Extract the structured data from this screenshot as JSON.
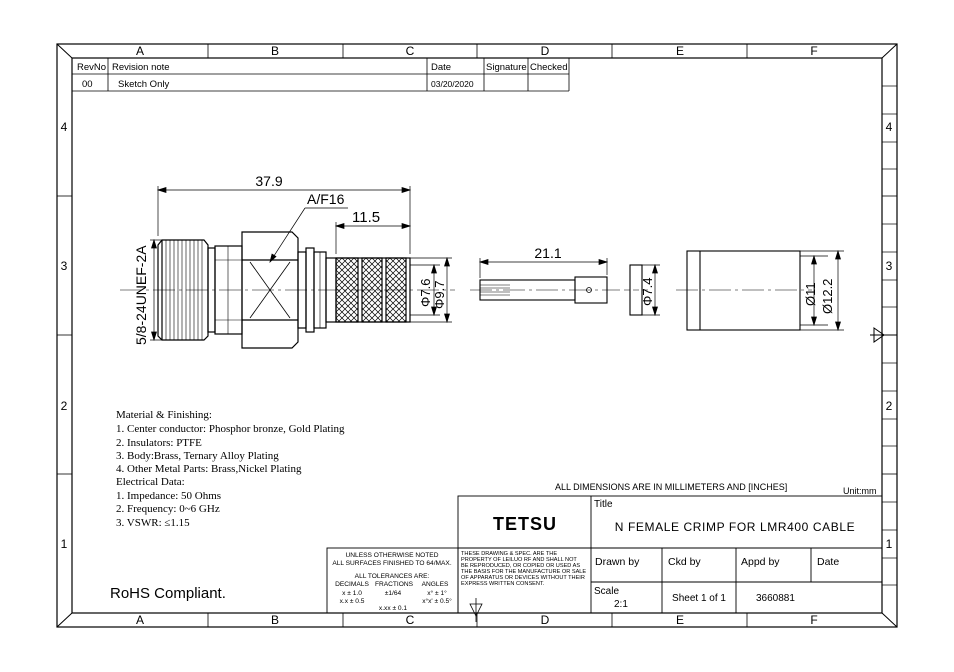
{
  "zones": {
    "cols": [
      "A",
      "B",
      "C",
      "D",
      "E",
      "F"
    ],
    "rows": [
      "4",
      "3",
      "2",
      "1"
    ]
  },
  "revision_table": {
    "headers": [
      "RevNo",
      "Revision note",
      "Date",
      "Signature",
      "Checked"
    ],
    "row": {
      "rev": "00",
      "note": "Sketch Only",
      "date": "03/20/2020",
      "signature": "",
      "checked": ""
    }
  },
  "dimensions": {
    "overall_length": "37.9",
    "hex": "A/F16",
    "crimp_length": "11.5",
    "thread": "5/8-24UNEF-2A",
    "d_small": "Φ7.6",
    "d_large": "Φ9.7",
    "pin_length": "21.1",
    "pin_d": "Φ7.4",
    "ferrule_d_inner": "Ø11",
    "ferrule_d_outer": "Ø12.2"
  },
  "notes": {
    "lines": [
      "Material & Finishing:",
      "1. Center conductor: Phosphor bronze, Gold Plating",
      "2. Insulators: PTFE",
      "3. Body:Brass, Ternary Alloy Plating",
      "4. Other Metal Parts: Brass,Nickel Plating",
      "Electrical Data:",
      "1. Impedance:  50 Ohms",
      "2. Frequency:  0~6 GHz",
      "3. VSWR:      ≤1.15"
    ],
    "rohs": "RoHS Compliant."
  },
  "title_block": {
    "dims_note": "ALL DIMENSIONS ARE IN MILLIMETERS AND [INCHES]",
    "unit": "Unit:mm",
    "company": "TETSU",
    "title_label": "Title",
    "title": "N FEMALE CRIMP FOR LMR400 CABLE",
    "drawn_by": "Drawn by",
    "ckd_by": "Ckd by",
    "appd_by": "Appd by",
    "date_label": "Date",
    "scale_label": "Scale",
    "scale": "2:1",
    "sheet": "Sheet 1 of 1",
    "part_no": "3660881",
    "legal": [
      "THESE DRAWING & SPEC. ARE THE",
      "PROPERTY OF LEILUO RF AND SHALL NOT",
      "BE REPRODUCED, OR COPIED OR USED AS",
      "THE BASIS FOR THE MANUFACTURE OR SALE",
      "OF APPARATUS OR DEVICES WITHOUT THEIR",
      "EXPRESS WRITTEN CONSENT."
    ],
    "tolerance": {
      "line1": "UNLESS OTHERWISE NOTED",
      "line2": "ALL SURFACES FINISHED TO 64/MAX.",
      "line3": "ALL TOLERANCES ARE:",
      "decimals": "DECIMALS",
      "fractions": "FRACTIONS",
      "angles": "ANGLES",
      "d1": "x ± 1.0",
      "d2": "x.x ± 0.5",
      "d3": "x.xx ± 0.1",
      "frac": "±1/64",
      "a1": "x° ± 1°",
      "a2": "x°x' ± 0.5°"
    }
  }
}
